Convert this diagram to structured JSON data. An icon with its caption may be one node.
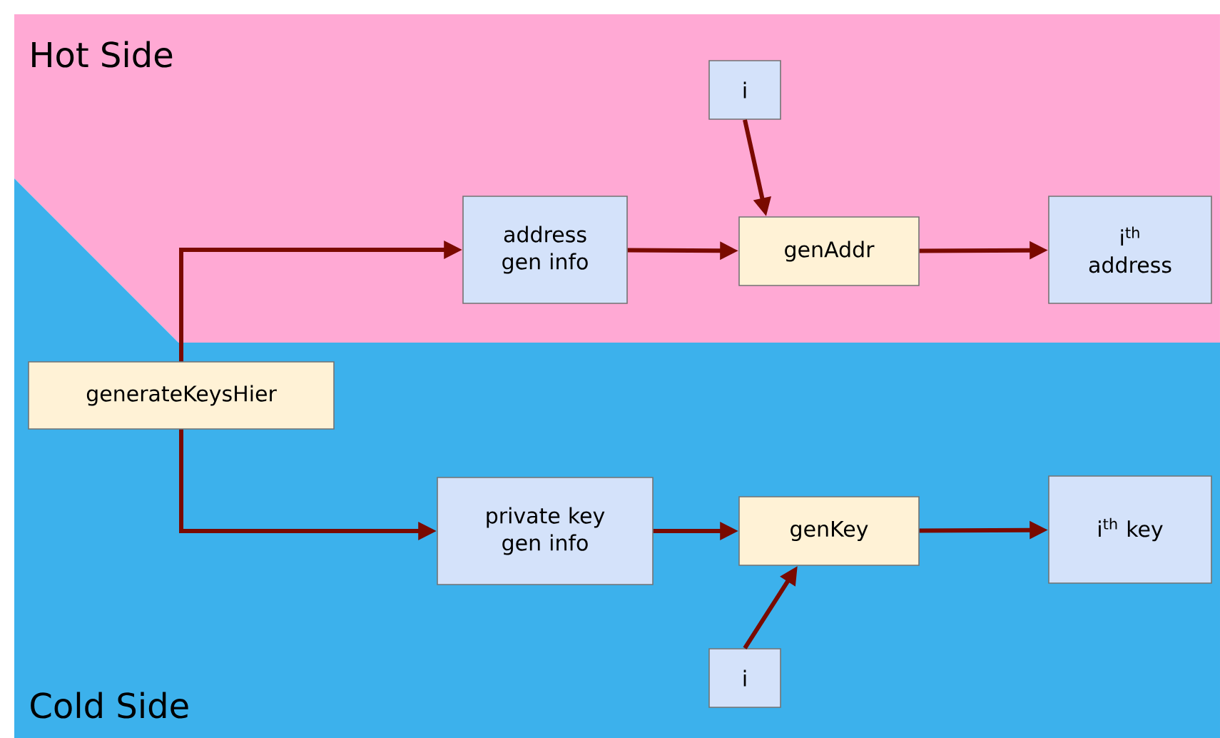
{
  "diagram": {
    "nodes": [
      {
        "text": [
          "Hot Side"
        ]
      },
      {
        "text": [
          "address gen info"
        ],
        "in": 0
      },
      {
        "text": [
          "i"
        ],
        "in": 0
      },
      {
        "text": [
          "genAddr"
        ],
        "in": 0
      },
      {
        "text": [
          "i$^{th}$ address"
        ],
        "in": 0
      },
      {
        "text": [
          "Cold Side"
        ]
      },
      {
        "text": [
          "generateKeysHier"
        ],
        "in": 5
      },
      {
        "text": [
          "private key gen info"
        ],
        "in": 5
      },
      {
        "text": [
          "genKey"
        ],
        "in": 5
      },
      {
        "text": [
          "i"
        ],
        "in": 5
      },
      {
        "text": [
          "i$^{th}$ key"
        ],
        "in": 5
      }
    ],
    "edges": [
      {
        "from": 6,
        "to": 1,
        "arrow": "to"
      },
      {
        "from": 1,
        "to": 3,
        "arrow": "to"
      },
      {
        "from": 2,
        "to": 3,
        "arrow": "to"
      },
      {
        "from": 3,
        "to": 4,
        "arrow": "to"
      },
      {
        "from": 6,
        "to": 7,
        "arrow": "to"
      },
      {
        "from": 7,
        "to": 8,
        "arrow": "to"
      },
      {
        "from": 9,
        "to": 8,
        "arrow": "to"
      },
      {
        "from": 8,
        "to": 10,
        "arrow": "to"
      }
    ]
  }
}
